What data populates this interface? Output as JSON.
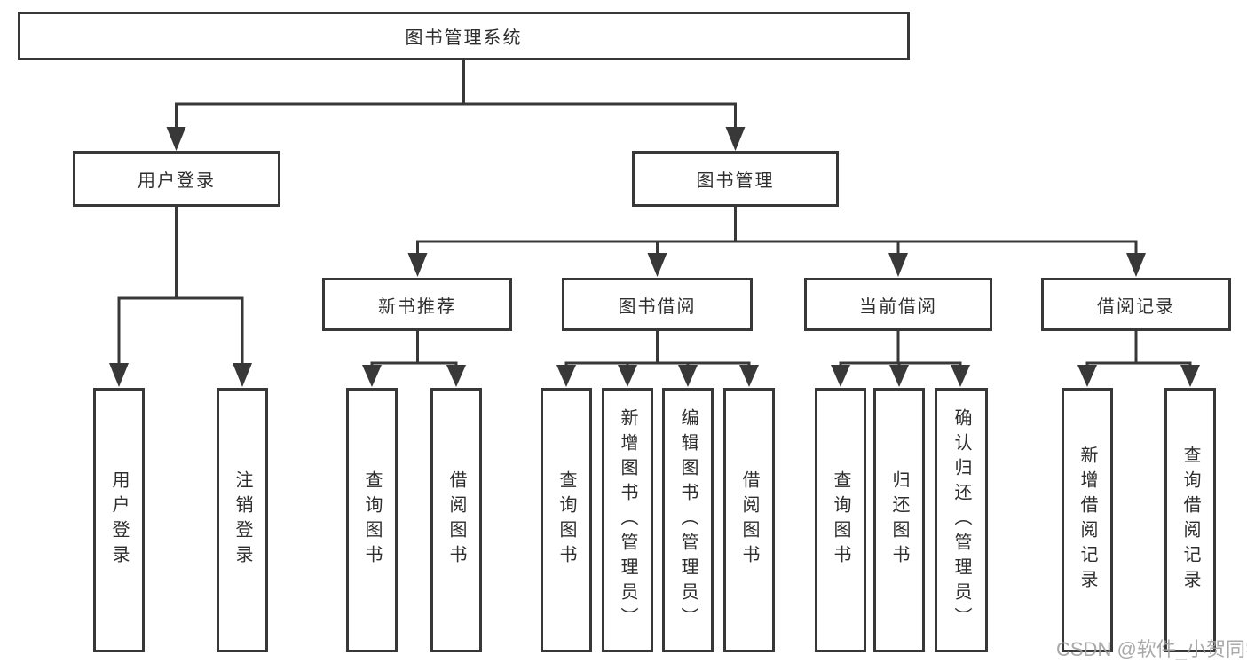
{
  "colors": {
    "background": "#ffffff",
    "box_fill": "#ffffff",
    "box_border": "#383838",
    "line": "#383838",
    "text": "#2e2e2e",
    "watermark": "#a0a0a0"
  },
  "diagram": {
    "root": {
      "label": "图书管理系统"
    },
    "branches": [
      {
        "label": "用户登录",
        "children": [
          {
            "label": "用户登录"
          },
          {
            "label": "注销登录"
          }
        ]
      },
      {
        "label": "图书管理",
        "children": [
          {
            "label": "新书推荐",
            "children": [
              {
                "label": "查询图书"
              },
              {
                "label": "借阅图书"
              }
            ]
          },
          {
            "label": "图书借阅",
            "children": [
              {
                "label": "查询图书"
              },
              {
                "label": "新增图书（管理员）"
              },
              {
                "label": "编辑图书（管理员）"
              },
              {
                "label": "借阅图书"
              }
            ]
          },
          {
            "label": "当前借阅",
            "children": [
              {
                "label": "查询图书"
              },
              {
                "label": "归还图书"
              },
              {
                "label": "确认归还（管理员）"
              }
            ]
          },
          {
            "label": "借阅记录",
            "children": [
              {
                "label": "新增借阅记录"
              },
              {
                "label": "查询借阅记录"
              }
            ]
          }
        ]
      }
    ],
    "watermark": "CSDN @软件_小贺同学"
  }
}
